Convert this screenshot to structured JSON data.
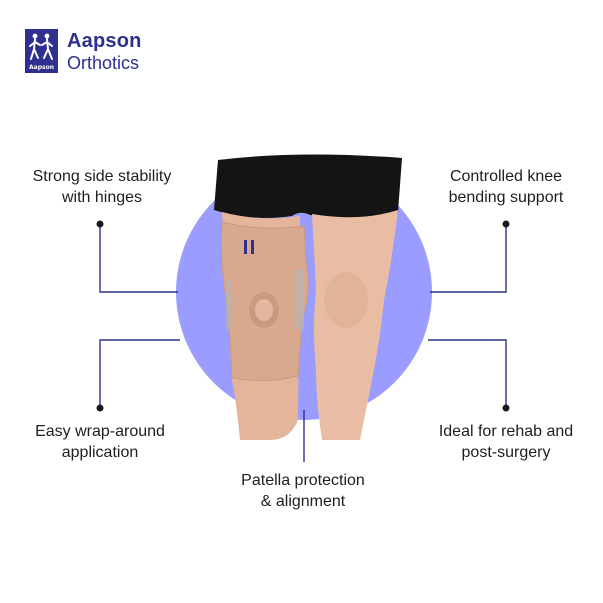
{
  "logo": {
    "brand": "Aapson",
    "subtitle": "Orthotics",
    "mark_text": "Aapson"
  },
  "features": {
    "side_stability": {
      "line1": "Strong side stability",
      "line2": "with hinges"
    },
    "knee_bending": {
      "line1": "Controlled knee",
      "line2": "bending support"
    },
    "wrap_around": {
      "line1": "Easy wrap-around",
      "line2": "application"
    },
    "rehab": {
      "line1": "Ideal for rehab and",
      "line2": "post-surgery"
    },
    "patella": {
      "line1": "Patella protection",
      "line2": "& alignment"
    }
  },
  "colors": {
    "brand": "#2e2f8f",
    "circle": "#9b9cff",
    "connector": "#2e2f8f",
    "brace": "#d8a98f",
    "skin": "#e9bda4",
    "shorts": "#141414"
  },
  "icons": [
    "aapson-logo-icon",
    "knee-brace-product-image"
  ]
}
